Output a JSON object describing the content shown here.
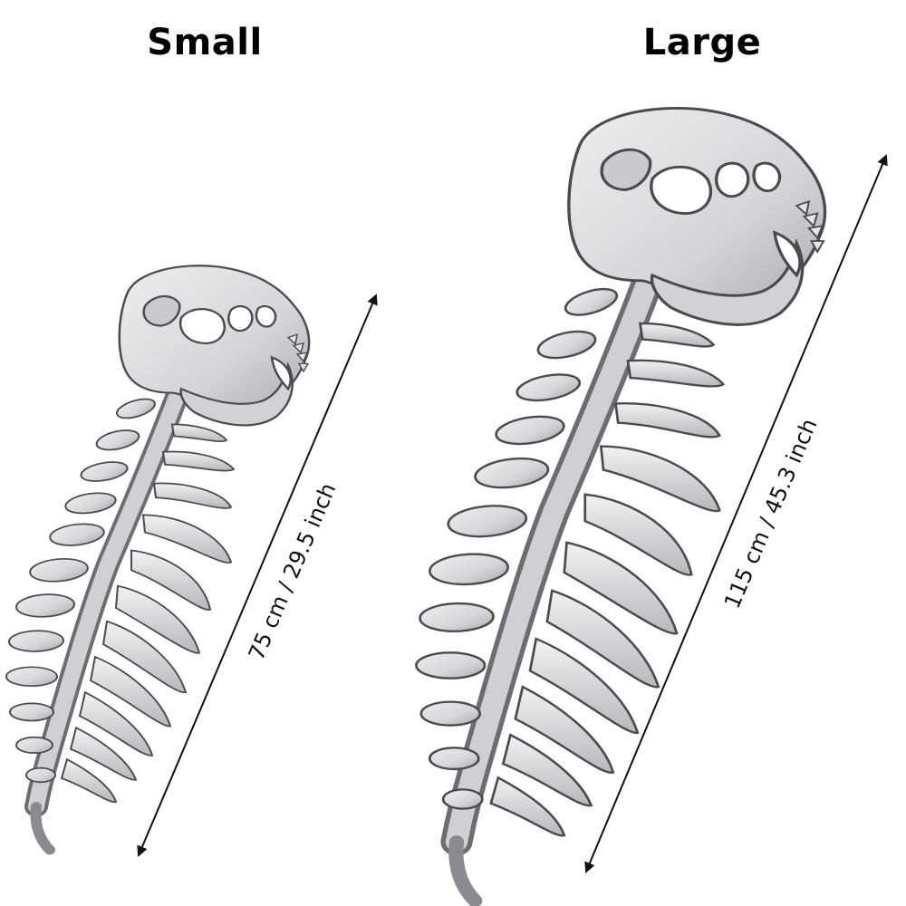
{
  "sizes": {
    "small": {
      "title": "Small",
      "dimension": "75 cm / 29.5 inch"
    },
    "large": {
      "title": "Large",
      "dimension": "115 cm / 45.3 inch"
    }
  },
  "colors": {
    "bone": "#dcdcdf",
    "bone_shadow": "#8a8a90",
    "bone_outline": "#4a4a50",
    "arrow": "#111111",
    "text": "#000000"
  },
  "icons": {
    "skeleton": "dinosaur-skeleton-plush",
    "arrow": "double-headed-arrow"
  }
}
